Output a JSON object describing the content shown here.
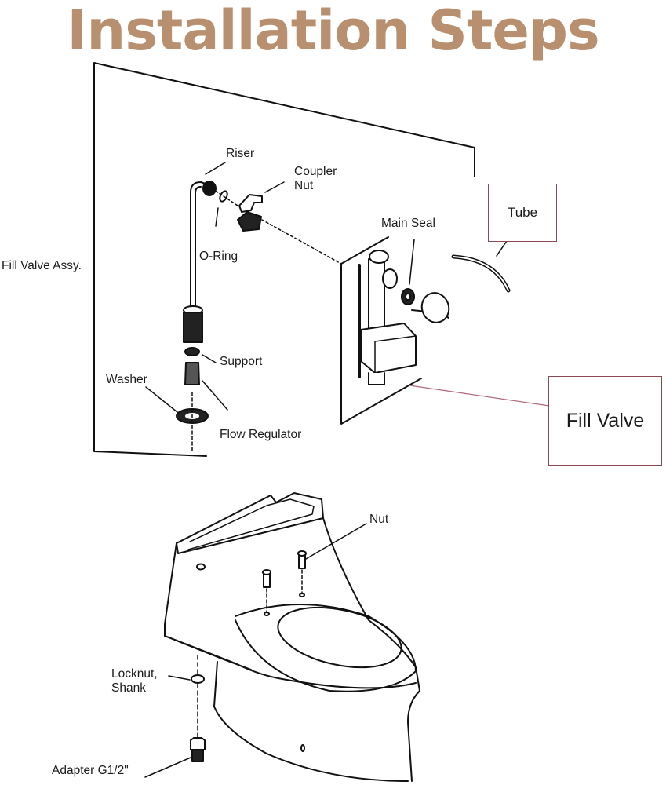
{
  "title": "Installation Steps",
  "accent_color": "#b8906f",
  "callout_border_color": "#8a4a55",
  "labels": {
    "fill_valve_assy": "Fill Valve Assy.",
    "riser": "Riser",
    "coupler_nut": "Coupler\nNut",
    "o_ring": "O-Ring",
    "main_seal": "Main Seal",
    "support": "Support",
    "washer": "Washer",
    "flow_regulator": "Flow Regulator",
    "nut": "Nut",
    "locknut_shank": "Locknut,\nShank",
    "adapter": "Adapter G1/2\""
  },
  "callouts": {
    "tube": "Tube",
    "fill_valve": "Fill Valve"
  }
}
